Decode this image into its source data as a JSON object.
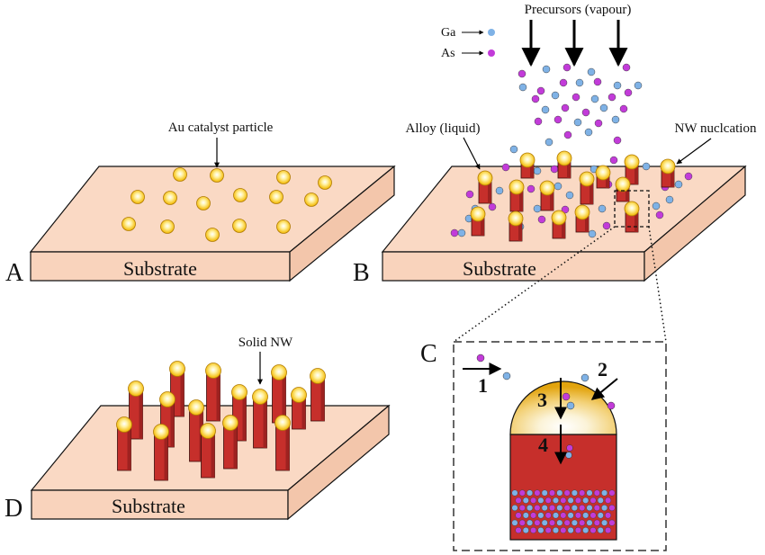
{
  "panels": {
    "a": {
      "letter": "A",
      "substrate": "Substrate",
      "annotation": "Au catalyst particle"
    },
    "b": {
      "letter": "B",
      "substrate": "Substrate",
      "precursors": "Precursors (vapour)",
      "ga_label": "Ga",
      "as_label": "As",
      "alloy_label": "Alloy (liquid)",
      "nucleation_label": "NW nuclcation"
    },
    "c": {
      "letter": "C",
      "steps": [
        "1",
        "2",
        "3",
        "4"
      ]
    },
    "d": {
      "letter": "D",
      "substrate": "Substrate",
      "annotation": "Solid NW"
    }
  },
  "colors": {
    "substrate_top": "#fad9c4",
    "substrate_side": "#f5cdb5",
    "nanowire": "#c62f2b",
    "gold": "#f6c21a",
    "gallium": "#7fb2e6",
    "arsenic": "#c23bd9"
  }
}
